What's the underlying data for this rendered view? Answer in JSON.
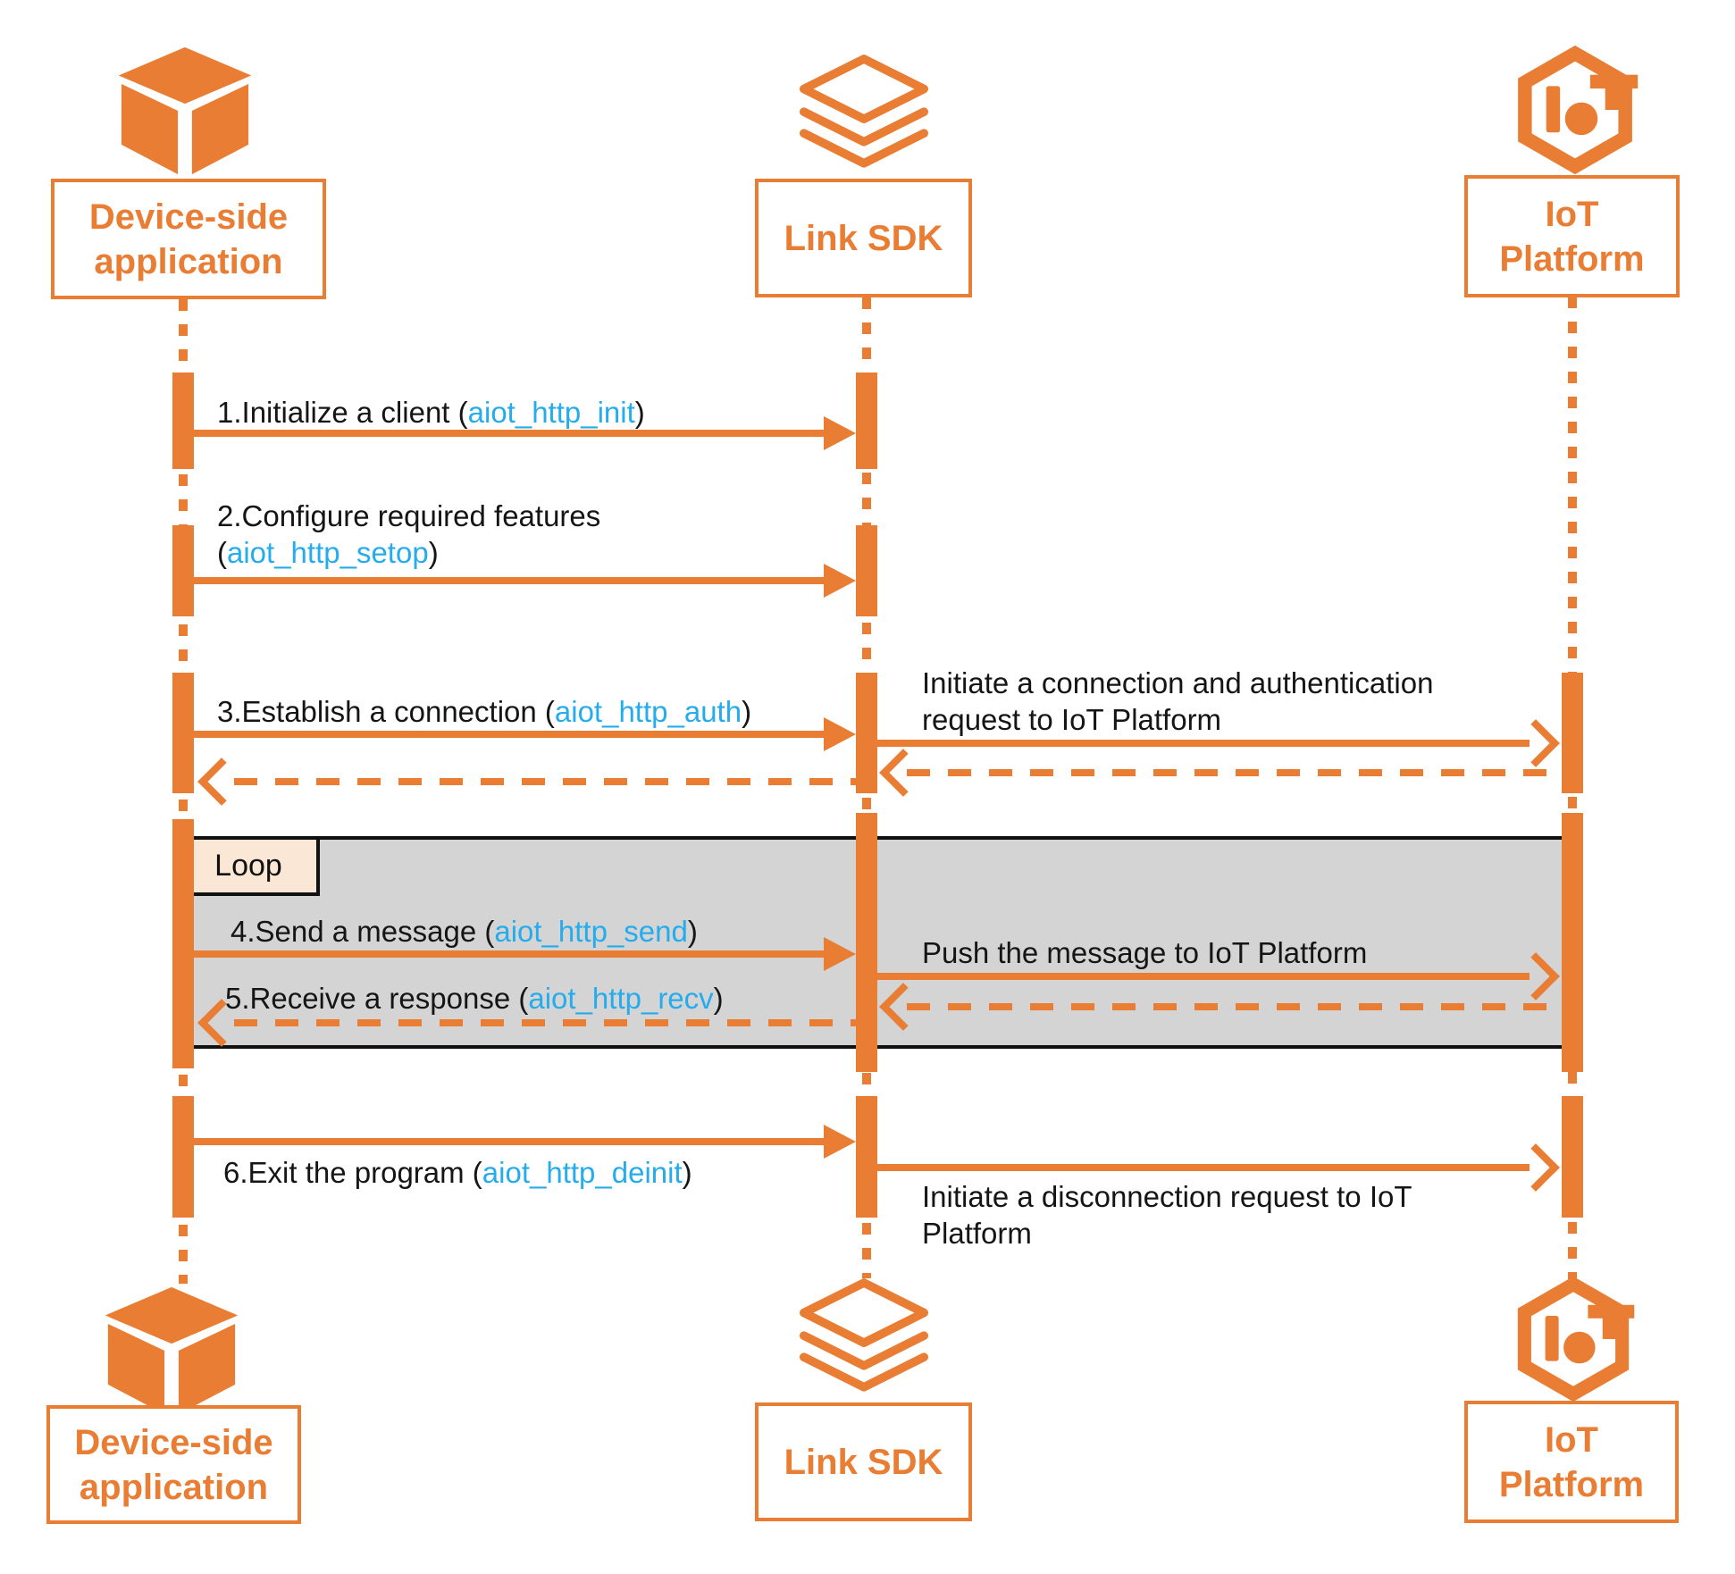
{
  "colors": {
    "accent_orange": "#E87D33",
    "link_blue": "#24ACEC",
    "loop_fill": "#D4D4D4",
    "loop_label_fill": "#FBE7D5",
    "text_black": "#151515"
  },
  "actors": {
    "device": {
      "name": "Device-side application",
      "line1": "Device-side",
      "line2": "application",
      "icon": "cube-icon"
    },
    "sdk": {
      "name": "Link SDK",
      "icon": "layers-icon"
    },
    "iot": {
      "name": "IoT Platform",
      "line1": "IoT",
      "line2": "Platform",
      "icon": "iot-hexagon-icon"
    }
  },
  "loop": {
    "label": "Loop"
  },
  "messages": {
    "m1": {
      "prefix": "1.Initialize a client (",
      "link": "aiot_http_init",
      "suffix": ")"
    },
    "m2": {
      "line1": "2.Configure required features",
      "prefix": "(",
      "link": "aiot_http_setop",
      "suffix": ")"
    },
    "m3": {
      "prefix": "3.Establish a connection (",
      "link": "aiot_http_auth",
      "suffix": ")"
    },
    "m4": {
      "prefix": "4.Send a message (",
      "link": "aiot_http_send",
      "suffix": ")"
    },
    "m5": {
      "prefix": "5.Receive a response (",
      "link": "aiot_http_recv",
      "suffix": ")"
    },
    "m6": {
      "prefix": "6.Exit the program (",
      "link": "aiot_http_deinit",
      "suffix": ")"
    },
    "r1": {
      "text": "Initiate a connection and authentication request to IoT Platform"
    },
    "r2": {
      "text": "Push the message to IoT Platform"
    },
    "r3": {
      "text": "Initiate a disconnection request to IoT Platform"
    }
  }
}
